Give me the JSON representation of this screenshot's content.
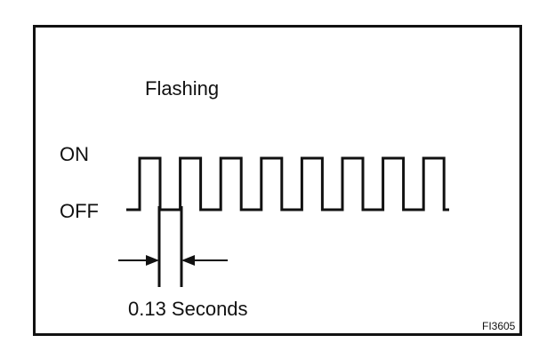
{
  "diagram": {
    "title": "Flashing",
    "on_label": "ON",
    "off_label": "OFF",
    "interval_label": "0.13 Seconds",
    "figure_code": "FI3605",
    "pulse_count": 8,
    "line_color": "#111111"
  }
}
